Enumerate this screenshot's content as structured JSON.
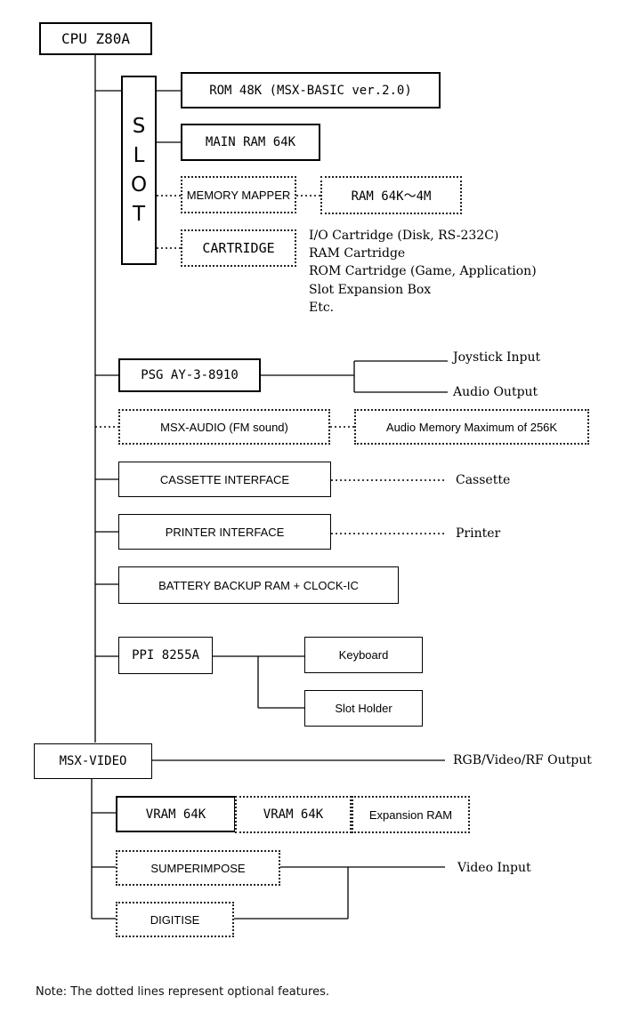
{
  "cpu": "CPU Z80A",
  "slot_letters": [
    "S",
    "L",
    "O",
    "T"
  ],
  "rom": "ROM 48K (MSX-BASIC ver.2.0)",
  "main_ram": "MAIN RAM 64K",
  "memory_mapper": "MEMORY MAPPER",
  "ram_expansion": "RAM 64K〜4M",
  "cartridge": "CARTRIDGE",
  "cartridge_types": [
    "I/O Cartridge (Disk, RS-232C)",
    "RAM Cartridge",
    "ROM Cartridge (Game, Application)",
    "Slot Expansion Box",
    "Etc."
  ],
  "psg": "PSG AY-3-8910",
  "joystick": "Joystick Input",
  "audio_output": "Audio Output",
  "msx_audio": "MSX-AUDIO (FM sound)",
  "audio_memory": "Audio Memory Maximum of 256K",
  "cassette_interface": "CASSETTE INTERFACE",
  "cassette": "Cassette",
  "printer_interface": "PRINTER INTERFACE",
  "printer": "Printer",
  "battery": "BATTERY BACKUP RAM + CLOCK-IC",
  "ppi": "PPI 8255A",
  "keyboard": "Keyboard",
  "slot_holder": "Slot Holder",
  "msx_video": "MSX-VIDEO",
  "rgb_output": "RGB/Video/RF Output",
  "vram1": "VRAM 64K",
  "vram2": "VRAM 64K",
  "expansion_ram": "Expansion RAM",
  "superimpose": "SUMPERIMPOSE",
  "video_input": "Video Input",
  "digitise": "DIGITISE",
  "note": "Note: The dotted lines represent optional features."
}
